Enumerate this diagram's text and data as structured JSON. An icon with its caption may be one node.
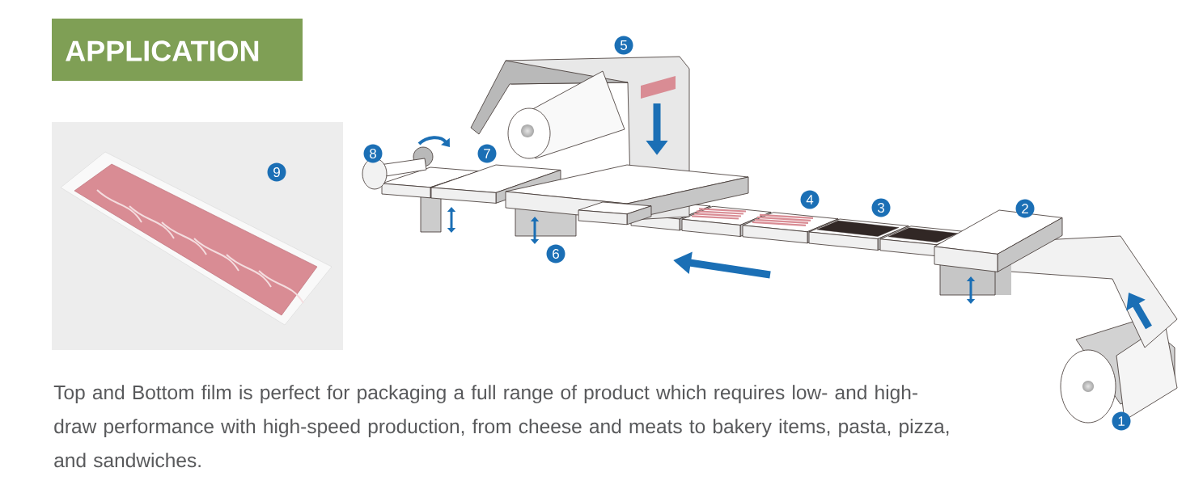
{
  "diagram": {
    "title": "APPLICATION",
    "caption": "Top and Bottom film is perfect for packaging a full range of product which requires low- and high-draw performance with high-speed production, from cheese and meats to bakery items, pasta, pizza, and sandwiches.",
    "labels": [
      "5",
      "8",
      "7",
      "9",
      "4",
      "3",
      "2",
      "6",
      "1"
    ]
  }
}
